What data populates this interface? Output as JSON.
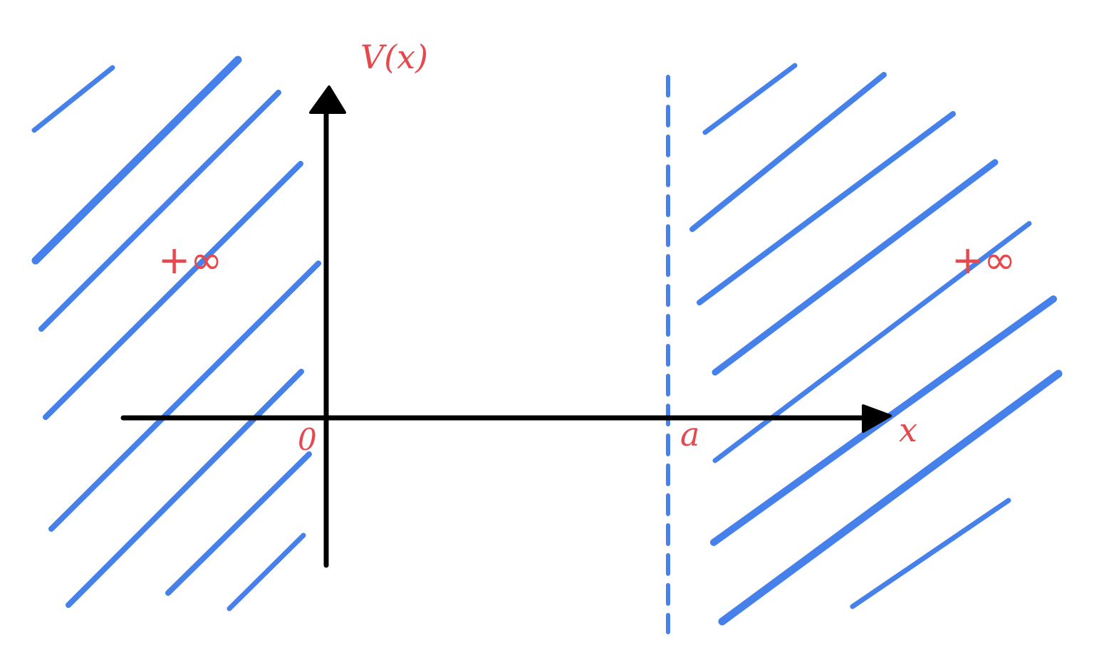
{
  "labels": {
    "y_axis": "V(x)",
    "x_axis": "x",
    "origin": "0",
    "wall": "a",
    "left_region": "+∞",
    "right_region": "+∞"
  },
  "colors": {
    "hatch": "#4680ea",
    "axis": "#000000",
    "label": "#e5484d",
    "background": "#ffffff"
  }
}
